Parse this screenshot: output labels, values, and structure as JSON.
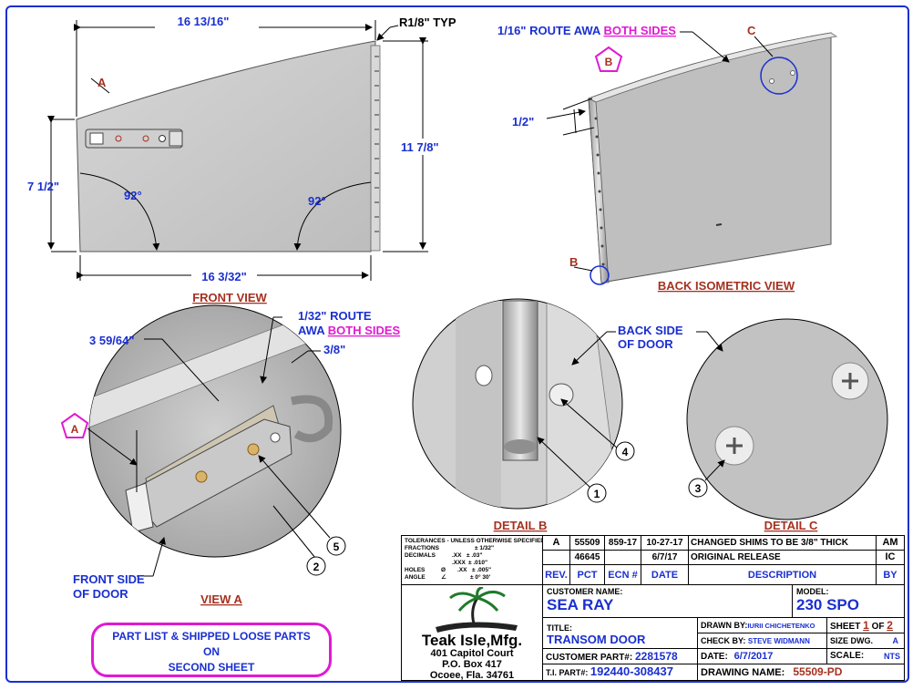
{
  "front_view": {
    "title": "FRONT VIEW",
    "dim_top": "16 13/16\"",
    "dim_radius": "R1/8\" TYP",
    "dim_right": "11 7/8\"",
    "dim_left": "7 1/2\"",
    "dim_bottom": "16 3/32\"",
    "angle_left": "92°",
    "angle_right": "92°",
    "callout_a": "A"
  },
  "back_iso": {
    "title": "BACK ISOMETRIC VIEW",
    "route_note": "1/16\" ROUTE AWA",
    "route_note_em": "BOTH SIDES",
    "callout_c": "C",
    "callout_b": "B",
    "pentagon_b": "B",
    "dim_half": "1/2\""
  },
  "view_a": {
    "title": "VIEW A",
    "dim_1": "3 59/64\"",
    "route_1": "1/32\" ROUTE",
    "route_2": "AWA",
    "route_em": "BOTH SIDES",
    "dim_2": "3/8\"",
    "pentagon": "A",
    "front_side_1": "FRONT SIDE",
    "front_side_2": "OF DOOR",
    "balloon_2": "2",
    "balloon_5": "5"
  },
  "detail_b": {
    "title": "DETAIL B",
    "back_side_1": "BACK SIDE",
    "back_side_2": "OF DOOR",
    "balloon_1": "1",
    "balloon_4": "4"
  },
  "detail_c": {
    "title": "DETAIL C",
    "balloon_3": "3"
  },
  "parts_note": {
    "line1": "PART LIST & SHIPPED LOOSE PARTS",
    "line2": "ON",
    "line3": "SECOND SHEET"
  },
  "tolerances": {
    "header": "TOLERANCES - UNLESS OTHERWISE SPECIFIED",
    "fractions": "FRACTIONS",
    "fractions_val": "± 1/32\"",
    "decimals": "DECIMALS",
    "dec_xx": ".XX",
    "dec_xx_val": "± .03\"",
    "dec_xxx": ".XXX",
    "dec_xxx_val": "± .010\"",
    "holes": "HOLES",
    "holes_sym": "Ø",
    "holes_xx": ".XX",
    "holes_val": "± .005\"",
    "angle": "ANGLE",
    "angle_sym": "∠",
    "angle_val": "± 0° 30'"
  },
  "revisions": {
    "rows": [
      {
        "rev": "A",
        "pct": "55509",
        "ecn": "859-17",
        "date": "10-27-17",
        "desc": "CHANGED SHIMS TO BE 3/8\" THICK",
        "by": "AM"
      },
      {
        "rev": "",
        "pct": "46645",
        "ecn": "",
        "date": "6/7/17",
        "desc": "ORIGINAL RELEASE",
        "by": "IC"
      }
    ],
    "headers": {
      "rev": "REV.",
      "pct": "PCT",
      "ecn": "ECN #",
      "date": "DATE",
      "desc": "DESCRIPTION",
      "by": "BY"
    }
  },
  "company": {
    "name": "Teak Isle,Mfg.",
    "addr1": "401 Capitol Court",
    "addr2": "P.O. Box 417",
    "addr3": "Ocoee, Fla. 34761"
  },
  "title_block": {
    "customer_label": "CUSTOMER NAME:",
    "customer": "SEA RAY",
    "model_label": "MODEL:",
    "model": "230 SPO",
    "title_label": "TITLE:",
    "title": "TRANSOM DOOR",
    "drawn_label": "DRAWN BY:",
    "drawn": "IURII CHICHETENKO",
    "sheet_label": "SHEET",
    "sheet_num": "1",
    "sheet_of": "OF",
    "sheet_total": "2",
    "check_label": "CHECK BY:",
    "check": "STEVE WIDMANN",
    "size_label": "SIZE DWG.",
    "size": "A",
    "cust_part_label": "CUSTOMER PART#:",
    "cust_part": "2281578",
    "date_label": "DATE:",
    "date": "6/7/2017",
    "scale_label": "SCALE:",
    "scale": "NTS",
    "ti_part_label": "T.I. PART#:",
    "ti_part": "192440-308437",
    "drawing_label": "DRAWING NAME:",
    "drawing": "55509-PD"
  },
  "colors": {
    "dim": "#1a2fd0",
    "title": "#a5311f",
    "note": "#e01ad2"
  }
}
